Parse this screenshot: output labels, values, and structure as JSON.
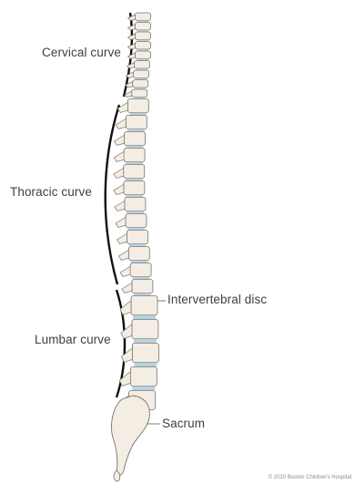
{
  "labels": {
    "cervical": "Cervical curve",
    "thoracic": "Thoracic curve",
    "lumbar": "Lumbar curve",
    "disc": "Intervertebral disc",
    "sacrum": "Sacrum"
  },
  "copyright": "© 2020 Boston Children's Hospital",
  "colors": {
    "bone": "#f3ede4",
    "bone_outline": "#7a756e",
    "disc": "#b6d3e4",
    "curve_line": "#111111",
    "text": "#3f3f3f"
  }
}
